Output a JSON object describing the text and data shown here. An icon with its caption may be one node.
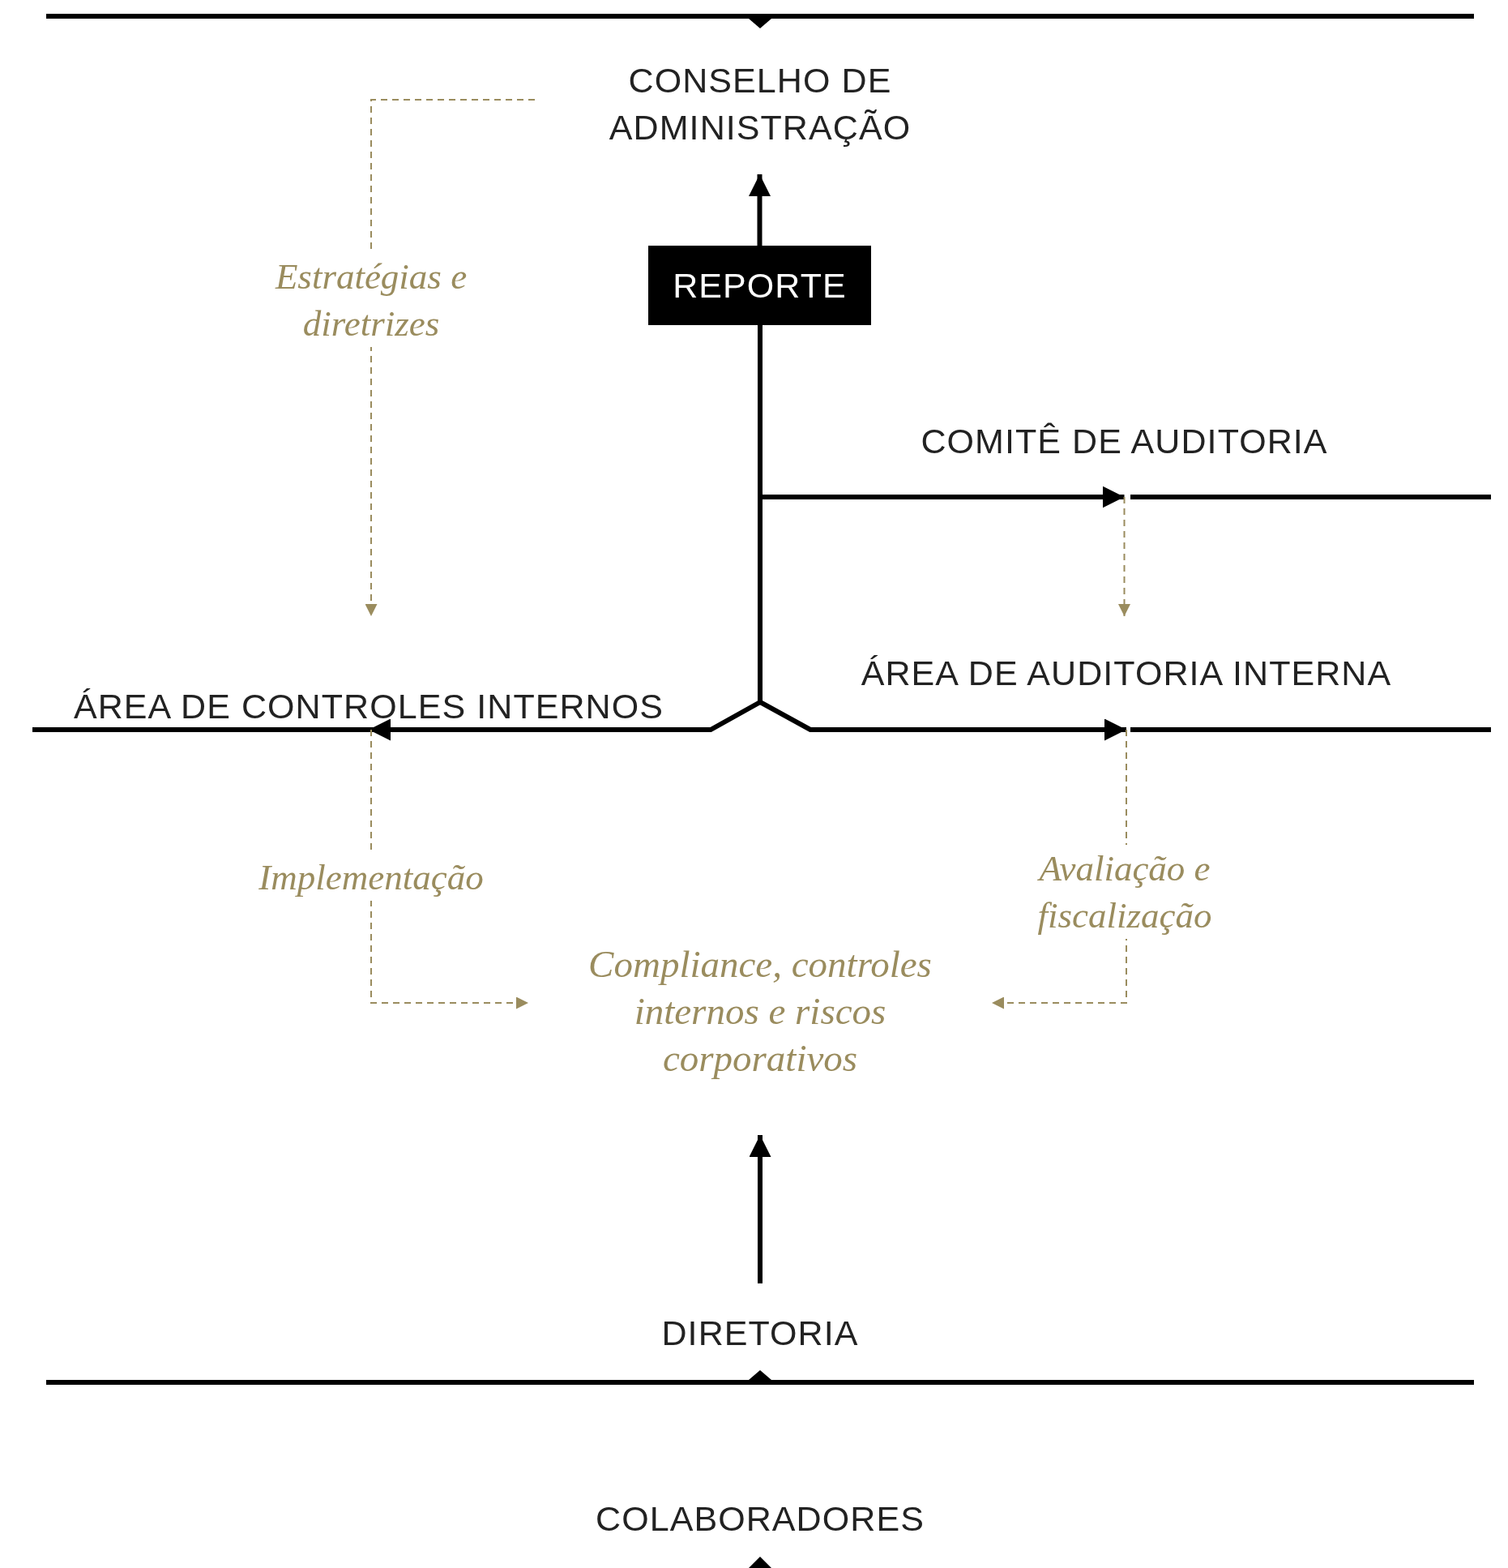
{
  "diagram": {
    "nodes": [
      {
        "text": [
          "CONSELHO DE ADMINISTRAÇÃO"
        ]
      },
      {
        "text": [
          "REPORTE"
        ]
      },
      {
        "text": [
          "COMITÊ DE AUDITORIA"
        ]
      },
      {
        "text": [
          "ÁREA DE CONTROLES INTERNOS"
        ]
      },
      {
        "text": [
          "ÁREA DE AUDITORIA INTERNA"
        ]
      },
      {
        "text": [
          "Compliance, controles internos e riscos corporativos"
        ]
      },
      {
        "text": [
          "DIRETORIA"
        ]
      },
      {
        "text": [
          "COLABORADORES"
        ]
      }
    ],
    "edges": [
      {
        "from": 1,
        "to": 0,
        "arrow": "to"
      },
      {
        "from": 1,
        "to": 2,
        "arrow": "to"
      },
      {
        "from": 1,
        "to": 3,
        "arrow": "to"
      },
      {
        "from": 1,
        "to": 4,
        "arrow": "to"
      },
      {
        "from": 0,
        "to": 3,
        "arrow": "to",
        "label": "Estratégias e diretrizes",
        "style": "dashed",
        "color": "#9a8c5e"
      },
      {
        "from": 2,
        "to": 4,
        "arrow": "to",
        "style": "dashed",
        "color": "#9a8c5e"
      },
      {
        "from": 3,
        "to": 5,
        "arrow": "to",
        "label": "Implementação",
        "style": "dashed",
        "color": "#9a8c5e"
      },
      {
        "from": 4,
        "to": 5,
        "arrow": "to",
        "label": "Avaliação e fiscalização",
        "style": "dashed",
        "color": "#9a8c5e"
      },
      {
        "from": 6,
        "to": 5,
        "arrow": "to"
      }
    ]
  }
}
